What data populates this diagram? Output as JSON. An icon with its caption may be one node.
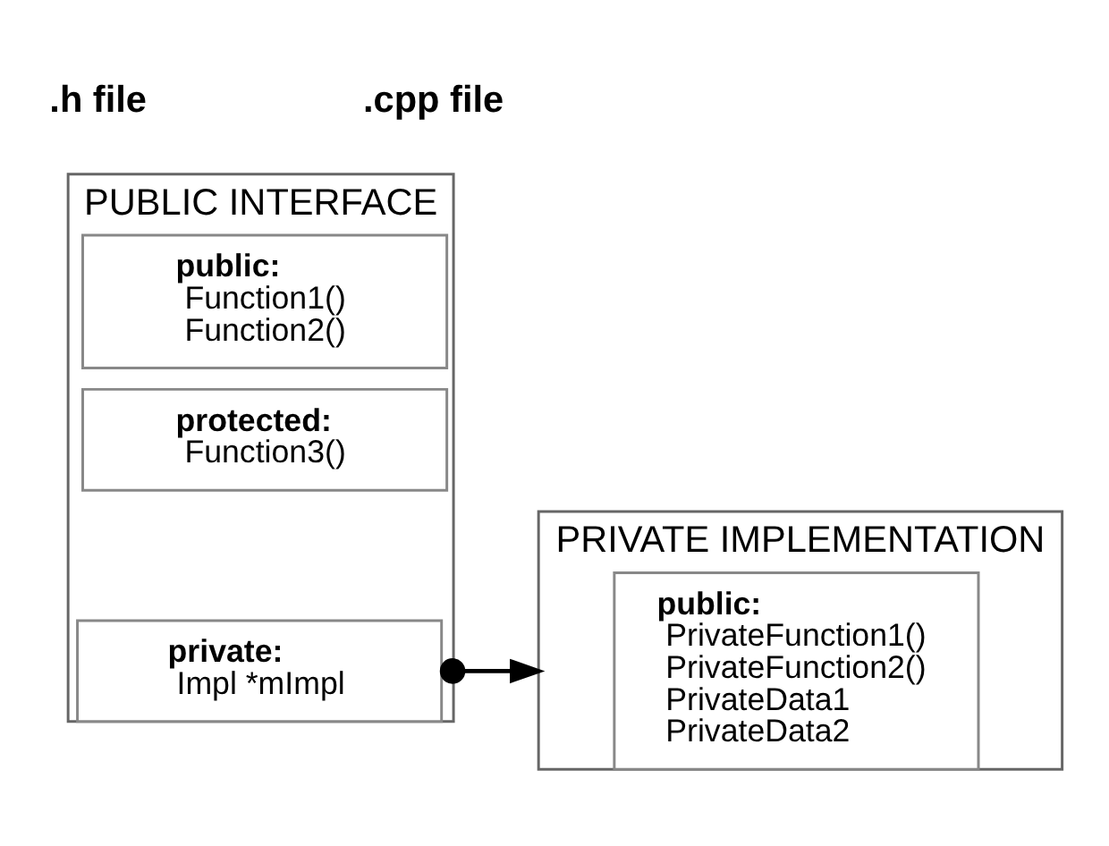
{
  "diagram": {
    "nodes": [
      {
        "text": [
          "PUBLIC INTERFACE"
        ]
      },
      {
        "text": [
          "public:",
          "Function1()",
          "Function2()"
        ],
        "in": 0
      },
      {
        "text": [
          "protected:",
          "Function3()"
        ],
        "in": 0
      },
      {
        "text": [
          "private:",
          "Impl *mImpl"
        ],
        "in": 0
      },
      {
        "text": [
          "PRIVATE IMPLEMENTATION"
        ]
      },
      {
        "text": [
          "public:",
          "PrivateFunction1()",
          "PrivateFunction2()",
          "PrivateData1",
          "PrivateData2"
        ],
        "in": 4
      }
    ],
    "edges": [
      {
        "from": 3,
        "to": 4,
        "arrow": "to"
      }
    ],
    "labels": [
      ".h file",
      ".cpp file"
    ]
  }
}
